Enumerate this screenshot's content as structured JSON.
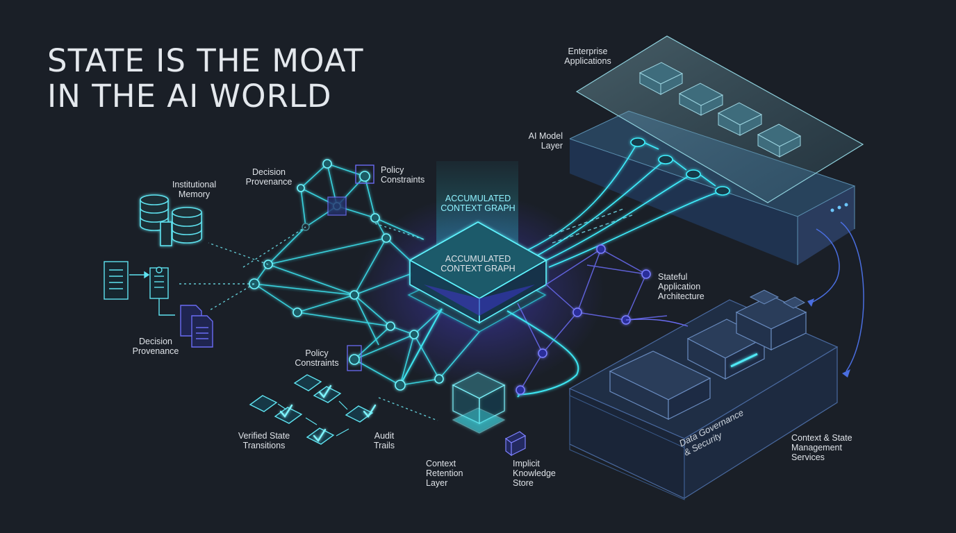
{
  "title": {
    "line1": "STATE IS THE MOAT",
    "line2": "IN THE AI WORLD"
  },
  "labels": {
    "enterprise_applications": "Enterprise\nApplications",
    "ai_model_layer": "AI Model\nLayer",
    "institutional_memory": "Institutional\nMemory",
    "decision_provenance_top": "Decision\nProvenance",
    "policy_constraints_top": "Policy\nConstraints",
    "accumulated_context_graph_banner": "ACCUMULATED\nCONTEXT GRAPH",
    "accumulated_context_graph_core": "ACCUMULATED\nCONTEXT GRAPH",
    "stateful_application_architecture": "Stateful\nApplication\nArchitecture",
    "decision_provenance_left": "Decision\nProvenance",
    "policy_constraints_mid": "Policy\nConstraints",
    "verified_state_transitions": "Verified State\nTransitions",
    "audit_trails": "Audit\nTrails",
    "context_retention_layer": "Context\nRetention\nLayer",
    "implicit_knowledge_store": "Implicit\nKnowledge\nStore",
    "data_governance_security": "Data Governance\n& Security",
    "context_state_management_services": "Context & State\nManagement\nServices"
  },
  "colors": {
    "background": "#1a1f27",
    "accent_cyan": "#3ff0ff",
    "accent_violet": "#5a5cf0",
    "panel_glass": "#4e7f90",
    "server_body": "#26334a"
  }
}
